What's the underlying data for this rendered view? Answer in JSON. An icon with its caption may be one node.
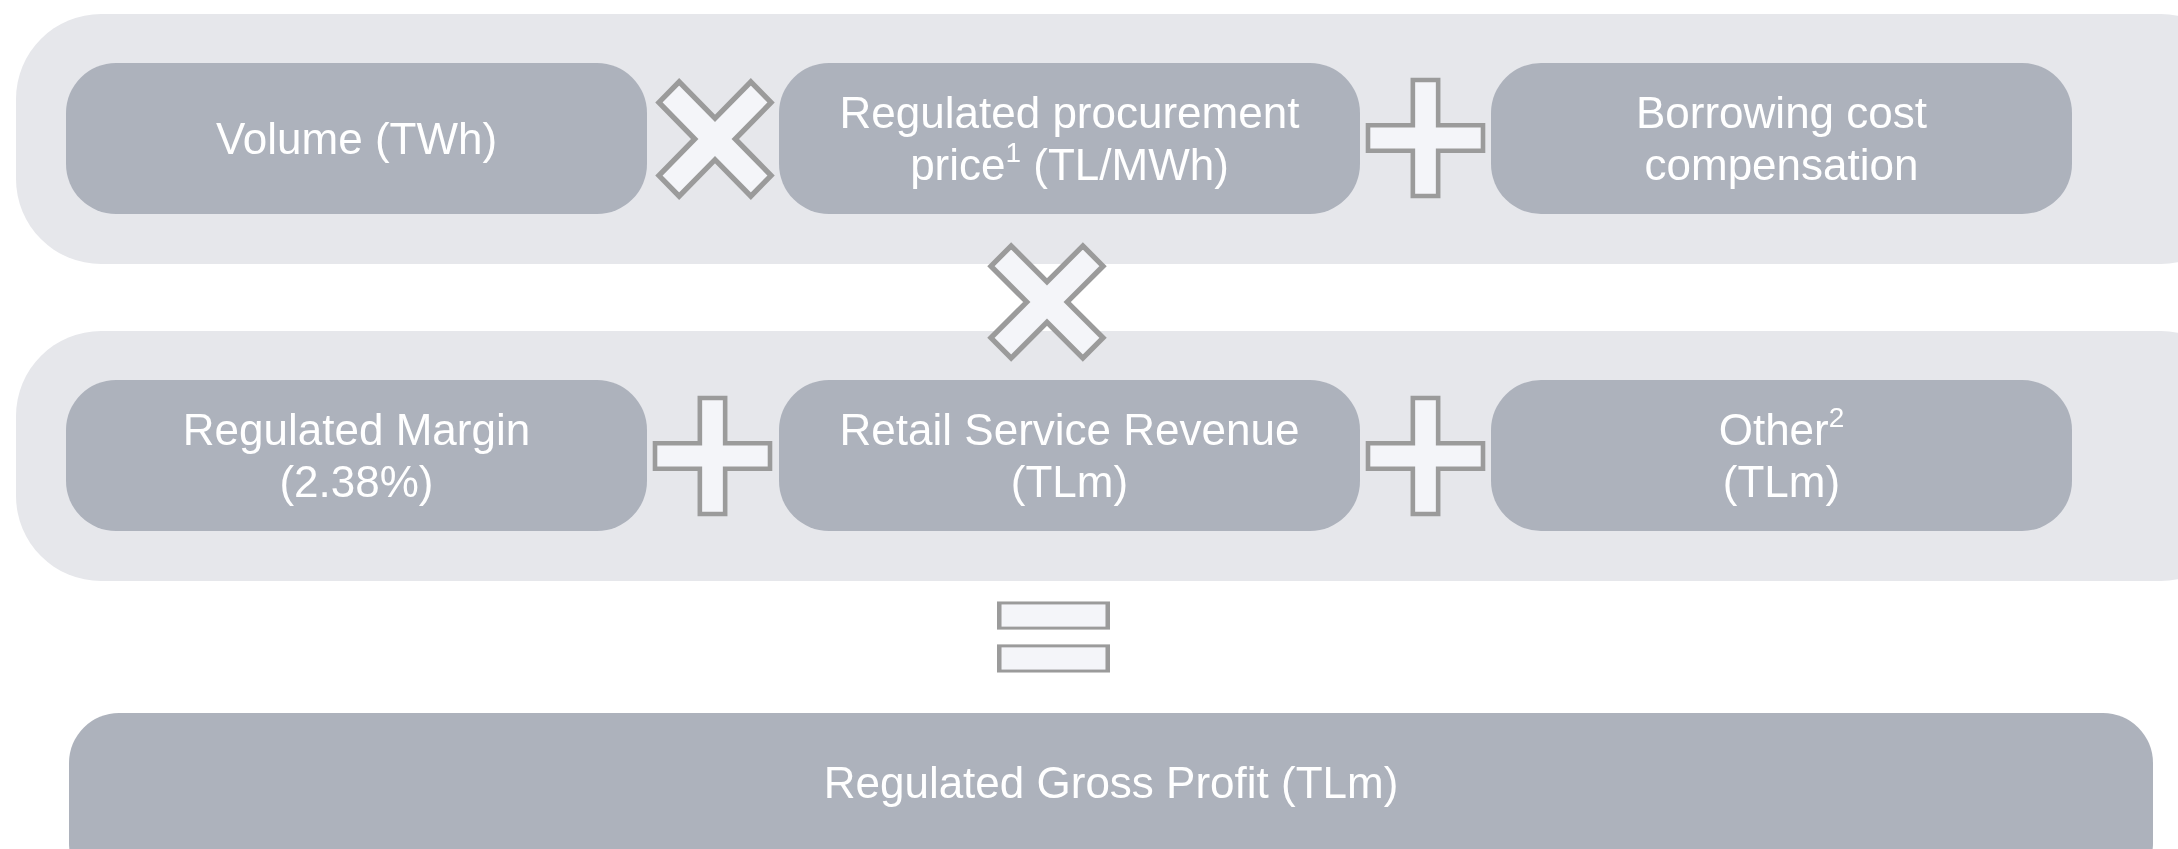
{
  "diagram": {
    "nodes": [
      {
        "text": [],
        "shape": "box"
      },
      {
        "text": [
          "Volume (TWh)"
        ],
        "in": 0
      },
      {
        "text": [
          "Regulated procurement price$^{1}$ (TL/MWh)"
        ],
        "in": 0
      },
      {
        "text": [
          "Borrowing cost compensation"
        ],
        "in": 0
      },
      {
        "text": [],
        "shape": "box"
      },
      {
        "text": [
          "Regulated Margin (2.38%)"
        ],
        "in": 4
      },
      {
        "text": [
          "Retail Service Revenue (TLm)"
        ],
        "in": 4
      },
      {
        "text": [
          "Other$^{2}$ (TLm)"
        ],
        "in": 4
      },
      {
        "text": [
          "Regulated Gross Profit (TLm)"
        ]
      }
    ],
    "edges": []
  }
}
